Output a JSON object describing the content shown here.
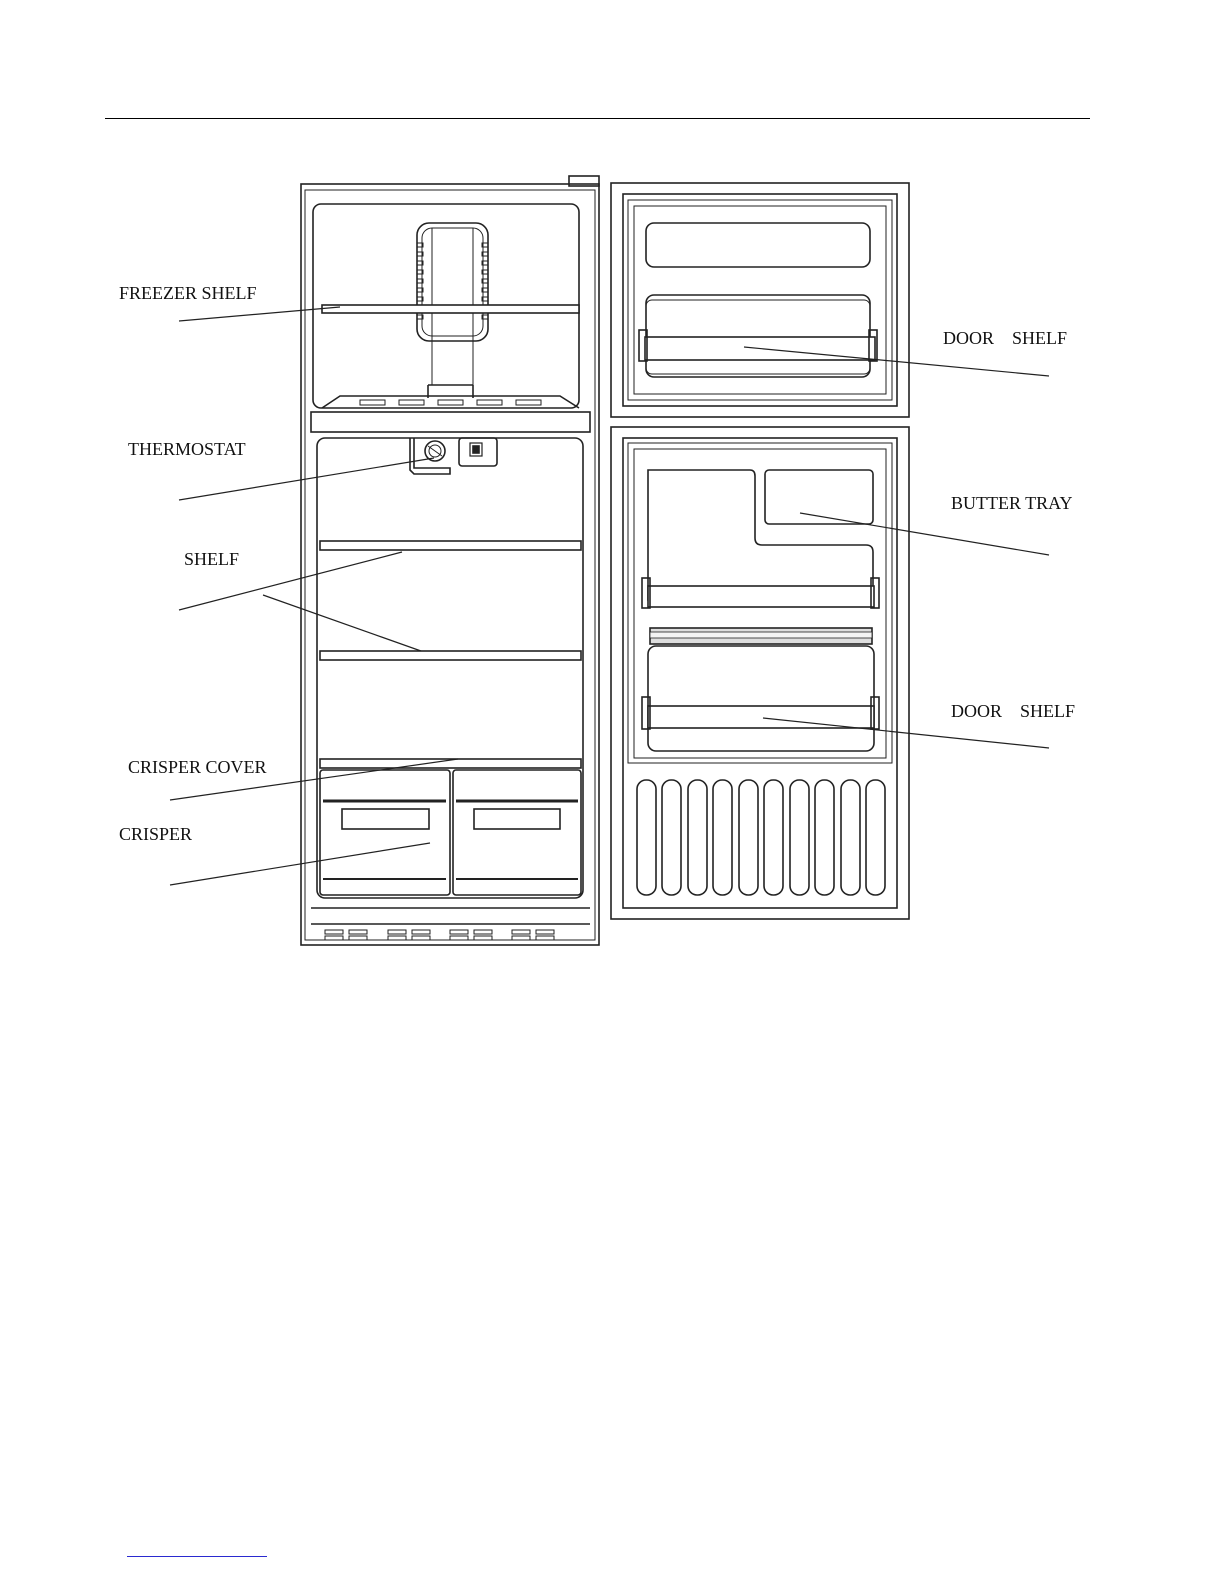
{
  "labels": {
    "freezer_shelf": "FREEZER SHELF",
    "thermostat": "THERMOSTAT",
    "shelf": "SHELF",
    "crisper_cover": "CRISPER COVER",
    "crisper": "CRISPER",
    "door_shelf_top": "DOOR    SHELF",
    "butter_tray": "BUTTER TRAY",
    "door_shelf_bottom": "DOOR    SHELF"
  }
}
